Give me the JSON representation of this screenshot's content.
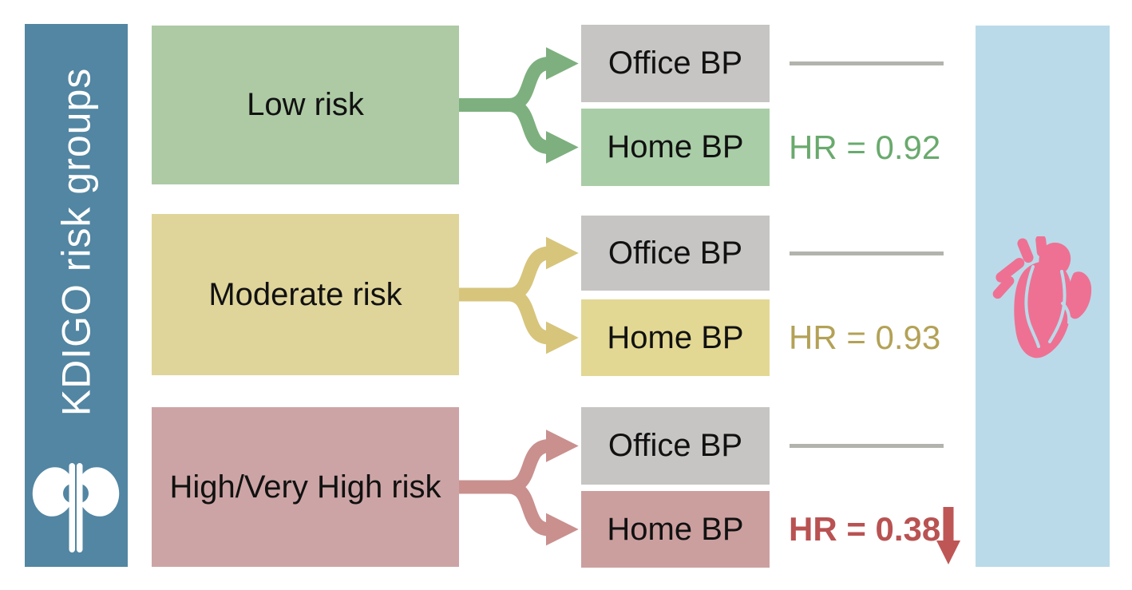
{
  "left_banner": {
    "title": "KDIGO risk groups",
    "icon": "kidneys-icon",
    "bg_color": "#5286a2",
    "text_color": "#ffffff"
  },
  "right_banner": {
    "icon": "heart-icon",
    "bg_color": "#badae9",
    "heart_color": "#ee7194"
  },
  "reference_line_color": "#b3b3ae",
  "rows": [
    {
      "group_label": "Low risk",
      "office_label": "Office BP",
      "home_label": "Home BP",
      "hr_label": "HR = 0.92",
      "hr_value": 0.92,
      "group_color": "#adcaa5",
      "office_color": "#c6c5c3",
      "home_color": "#a9cea7",
      "arrow_color": "#7db07e",
      "hr_text_color": "#69aa6d",
      "hr_emphasis": false
    },
    {
      "group_label": "Moderate risk",
      "office_label": "Office BP",
      "home_label": "Home BP",
      "hr_label": "HR = 0.93",
      "hr_value": 0.93,
      "group_color": "#dfd59a",
      "office_color": "#c6c5c3",
      "home_color": "#e3d893",
      "arrow_color": "#d7c57c",
      "hr_text_color": "#b3a256",
      "hr_emphasis": false
    },
    {
      "group_label": "High/Very High risk",
      "office_label": "Office BP",
      "home_label": "Home BP",
      "hr_label": "HR = 0.38",
      "hr_value": 0.38,
      "group_color": "#cda4a5",
      "office_color": "#c6c5c3",
      "home_color": "#cc9f9f",
      "arrow_color": "#c9908e",
      "hr_text_color": "#b95252",
      "hr_emphasis": true,
      "decrease_icon": "down-arrow-icon"
    }
  ]
}
